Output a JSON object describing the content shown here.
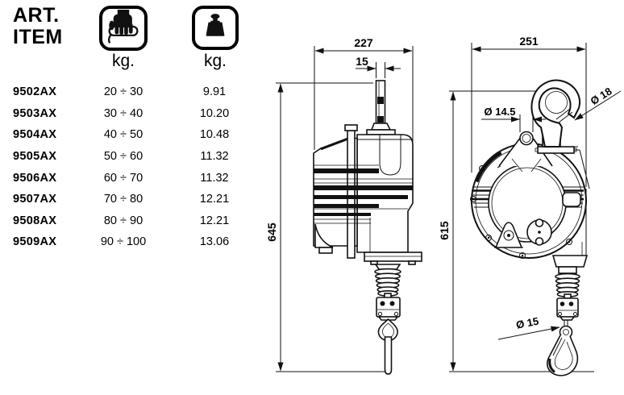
{
  "colors": {
    "ink": "#111111",
    "paper": "#ffffff"
  },
  "table": {
    "header": {
      "line1": "ART.",
      "line2": "ITEM"
    },
    "icons": {
      "capacity": "hand-grip-icon",
      "weight": "weight-icon"
    },
    "capacity_unit": "kg.",
    "weight_unit": "kg.",
    "rows": [
      {
        "art": "9502AX",
        "capacity": "20 ÷ 30",
        "weight": "9.91"
      },
      {
        "art": "9503AX",
        "capacity": "30 ÷ 40",
        "weight": "10.20"
      },
      {
        "art": "9504AX",
        "capacity": "40 ÷ 50",
        "weight": "10.48"
      },
      {
        "art": "9505AX",
        "capacity": "50 ÷ 60",
        "weight": "11.32"
      },
      {
        "art": "9506AX",
        "capacity": "60 ÷ 70",
        "weight": "11.32"
      },
      {
        "art": "9507AX",
        "capacity": "70 ÷ 80",
        "weight": "12.21"
      },
      {
        "art": "9508AX",
        "capacity": "80 ÷ 90",
        "weight": "12.21"
      },
      {
        "art": "9509AX",
        "capacity": "90 ÷ 100",
        "weight": "13.06"
      }
    ]
  },
  "drawings": {
    "side_view": {
      "width_dim": "227",
      "stem_dim": "15",
      "height_dim": "645"
    },
    "front_view": {
      "width_dim": "251",
      "hole_dia": "Ø 14.5",
      "hook_dia": "Ø 18",
      "height_dim": "615",
      "snap_hook_dia": "Ø 15"
    }
  }
}
